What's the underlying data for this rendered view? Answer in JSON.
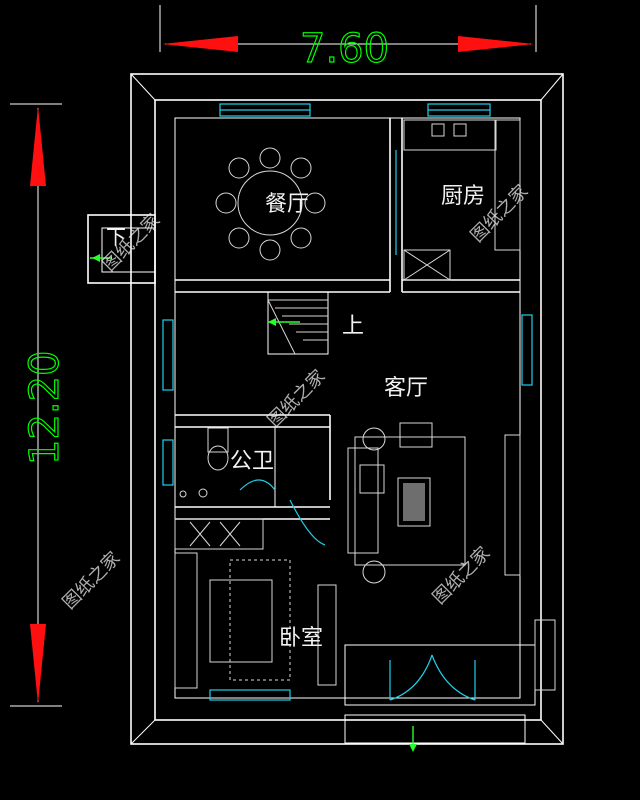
{
  "dimensions": {
    "width": "7.60",
    "height": "12.20"
  },
  "rooms": {
    "dining": "餐厅",
    "kitchen": "厨房",
    "living": "客厅",
    "bath": "公卫",
    "bedroom": "卧室",
    "stairs_up": "上",
    "stairs_down": "下"
  },
  "watermark": "图纸之家",
  "colors": {
    "background": "#000000",
    "walls": "#ffffff",
    "windows": "#1fd0e8",
    "dimension_arrows": "#ff1010",
    "dimension_text": "#00ff00"
  }
}
